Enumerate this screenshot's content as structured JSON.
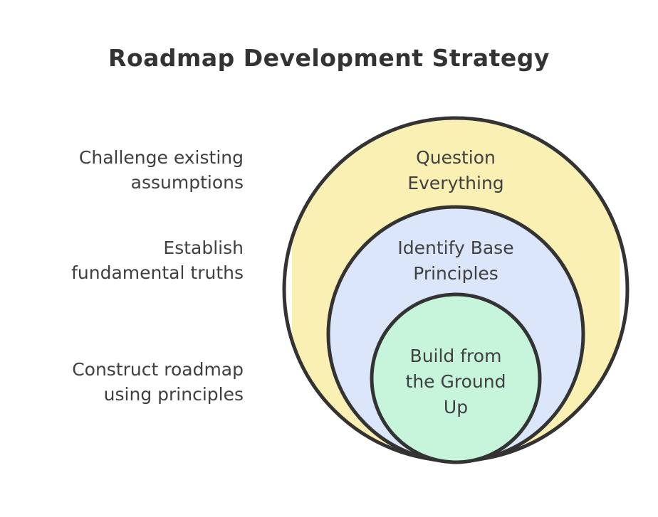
{
  "title": "Roadmap Development Strategy",
  "colors": {
    "outer_fill": "#fbf0b4",
    "middle_fill": "#dbe6fb",
    "inner_fill": "#c7f5dc",
    "stroke": "#333333",
    "text": "#404040"
  },
  "layers": [
    {
      "label_lines": [
        "Question",
        "Everything"
      ],
      "description_lines": [
        "Challenge existing",
        "assumptions"
      ]
    },
    {
      "label_lines": [
        "Identify Base",
        "Principles"
      ],
      "description_lines": [
        "Establish",
        "fundamental truths"
      ]
    },
    {
      "label_lines": [
        "Build from",
        "the Ground",
        "Up"
      ],
      "description_lines": [
        "Construct roadmap",
        "using principles"
      ]
    }
  ]
}
